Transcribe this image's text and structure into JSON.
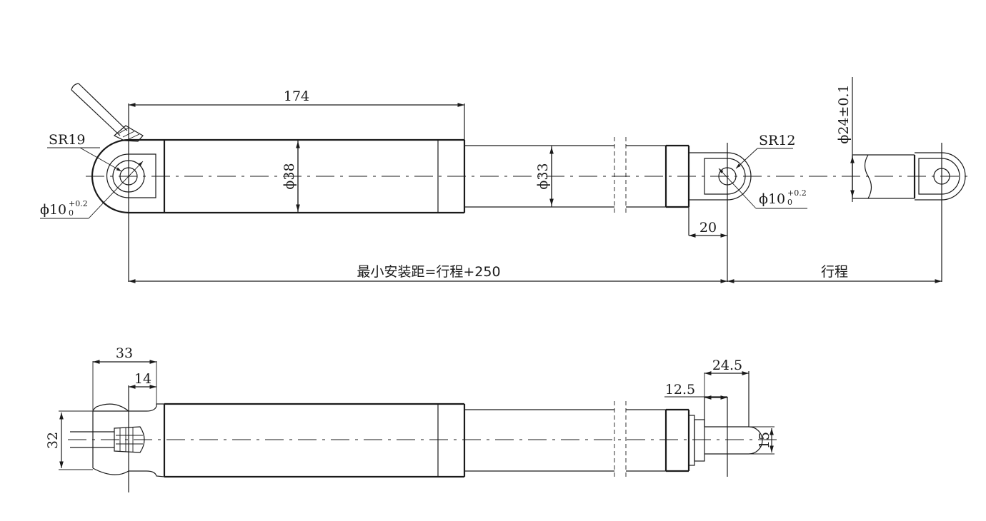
{
  "top_view": {
    "dim_length": "174",
    "dim_body_diameter": "ϕ38",
    "dim_rod_diameter": "ϕ33",
    "label_rear_radius": "SR19",
    "label_front_radius": "SR12",
    "label_hole_rear": "ϕ10",
    "label_hole_rear_tol_upper": "+0.2",
    "label_hole_rear_tol_lower": "0",
    "label_hole_front": "ϕ10",
    "label_hole_front_tol_upper": "+0.2",
    "label_hole_front_tol_lower": "0",
    "dim_front_offset": "20",
    "dim_min_install": "最小安装距=行程+250",
    "dim_stroke": "行程",
    "dim_rod_end_diameter": "ϕ24±0.1"
  },
  "side_view": {
    "dim_rear_33": "33",
    "dim_rear_14": "14",
    "dim_height_32": "32",
    "dim_12_5": "12.5",
    "dim_24_5": "24.5",
    "dim_15": "15"
  }
}
